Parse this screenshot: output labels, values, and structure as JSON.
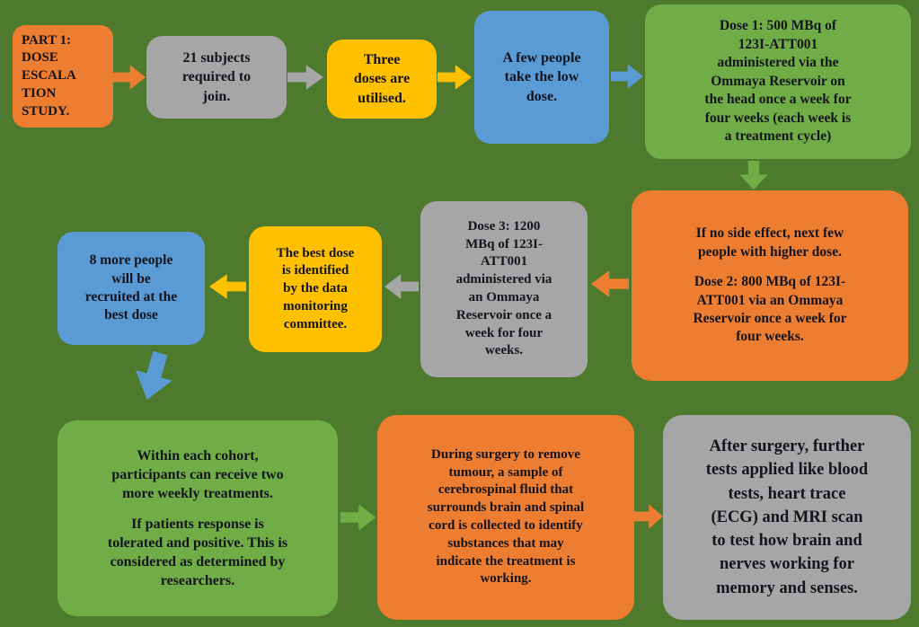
{
  "flowchart": {
    "row1": {
      "part1": "PART 1:\nDOSE\nESCALA\nTION\nSTUDY.",
      "subjects": "21 subjects\nrequired to\njoin.",
      "doses": "Three\ndoses are\nutilised.",
      "low_dose": "A few people\ntake the low\ndose.",
      "dose1": "Dose 1: 500 MBq of\n123I-ATT001\nadministered via the\nOmmaya Reservoir on\nthe head once a week for\nfour weeks (each week is\na treatment cycle)"
    },
    "row2": {
      "dose2_para1": "If no side effect, next few\npeople with higher dose.",
      "dose2_para2": "Dose 2: 800 MBq of 123I-\nATT001 via an Ommaya\nReservoir once a week for\nfour weeks.",
      "dose3": "Dose 3: 1200\nMBq of 123I-\nATT001\nadministered via\nan Ommaya\nReservoir once a\nweek for four\nweeks.",
      "best_dose": "The best dose\nis identified\nby the data\nmonitoring\ncommittee.",
      "recruit": "8 more people\nwill be\nrecruited at the\nbest dose"
    },
    "row3": {
      "cohort_para1": "Within  each cohort,\nparticipants can receive two\nmore weekly treatments.",
      "cohort_para2": "If patients response is\ntolerated and positive.  This is\nconsidered as determined by\nresearchers.",
      "surgery": "During surgery to remove\ntumour, a sample of\ncerebrospinal fluid  that\nsurrounds brain and spinal\ncord is collected to identify\nsubstances that may\nindicate the treatment is\nworking.",
      "tests": "After surgery, further\ntests applied like blood\ntests, heart trace\n(ECG) and MRI scan\nto test how brain and\nnerves working for\nmemory and senses."
    },
    "colors": {
      "background": "#4e7a2e",
      "orange": "#ED7D31",
      "gray": "#A6A6A6",
      "yellow": "#FFC000",
      "blue": "#5B9BD5",
      "green": "#70AD47",
      "text": "#14141e"
    }
  }
}
